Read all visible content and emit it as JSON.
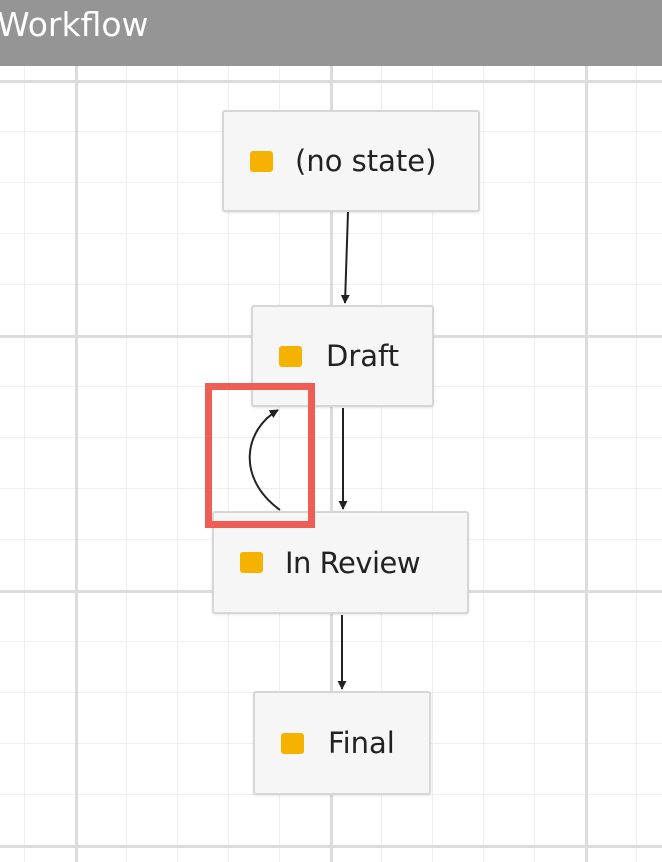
{
  "window": {
    "title": "Workflow"
  },
  "diagram": {
    "states": [
      {
        "id": "nostate",
        "label": "(no state)"
      },
      {
        "id": "draft",
        "label": "Draft"
      },
      {
        "id": "inreview",
        "label": "In Review"
      },
      {
        "id": "final",
        "label": "Final"
      }
    ],
    "transitions": [
      {
        "from": "(no state)",
        "to": "Draft"
      },
      {
        "from": "Draft",
        "to": "In Review"
      },
      {
        "from": "In Review",
        "to": "Draft"
      },
      {
        "from": "In Review",
        "to": "Final"
      }
    ],
    "highlighted_transition": {
      "from": "In Review",
      "to": "Draft"
    }
  },
  "colors": {
    "title_bar": "#959595",
    "state_marker": "#f5b300",
    "highlight": "#ee5e55",
    "connector": "#222222"
  }
}
